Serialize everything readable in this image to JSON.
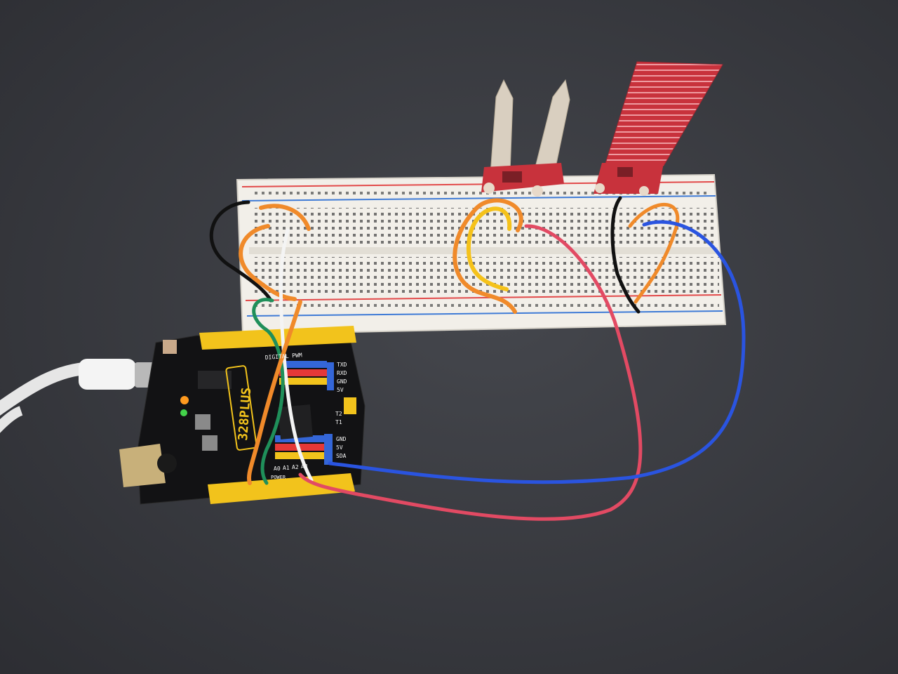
{
  "board": {
    "model_label": "328PLUS",
    "header_labels": [
      "TXD",
      "RXD",
      "GND",
      "5V",
      "T2",
      "T1",
      "GND",
      "5V",
      "SDA"
    ],
    "analog_labels": [
      "A0",
      "A1",
      "A2",
      "A3"
    ],
    "power_label": "POWER",
    "digital_label": "DIGITAL PWM"
  },
  "colors": {
    "table": "#3a3c42",
    "breadboard": "#f2efe9",
    "pcb": "#121214",
    "header_yellow": "#f2c31c",
    "sensor_red": "#c8323c",
    "probe_silver": "#d9cfc0",
    "usb_white": "#f4f4f4",
    "wires": {
      "orange": "#f08a2a",
      "yellow": "#f5c21a",
      "black": "#111111",
      "white": "#f4f4f4",
      "green": "#1f8f5a",
      "red": "#e24a63",
      "blue": "#2a54e0"
    }
  }
}
